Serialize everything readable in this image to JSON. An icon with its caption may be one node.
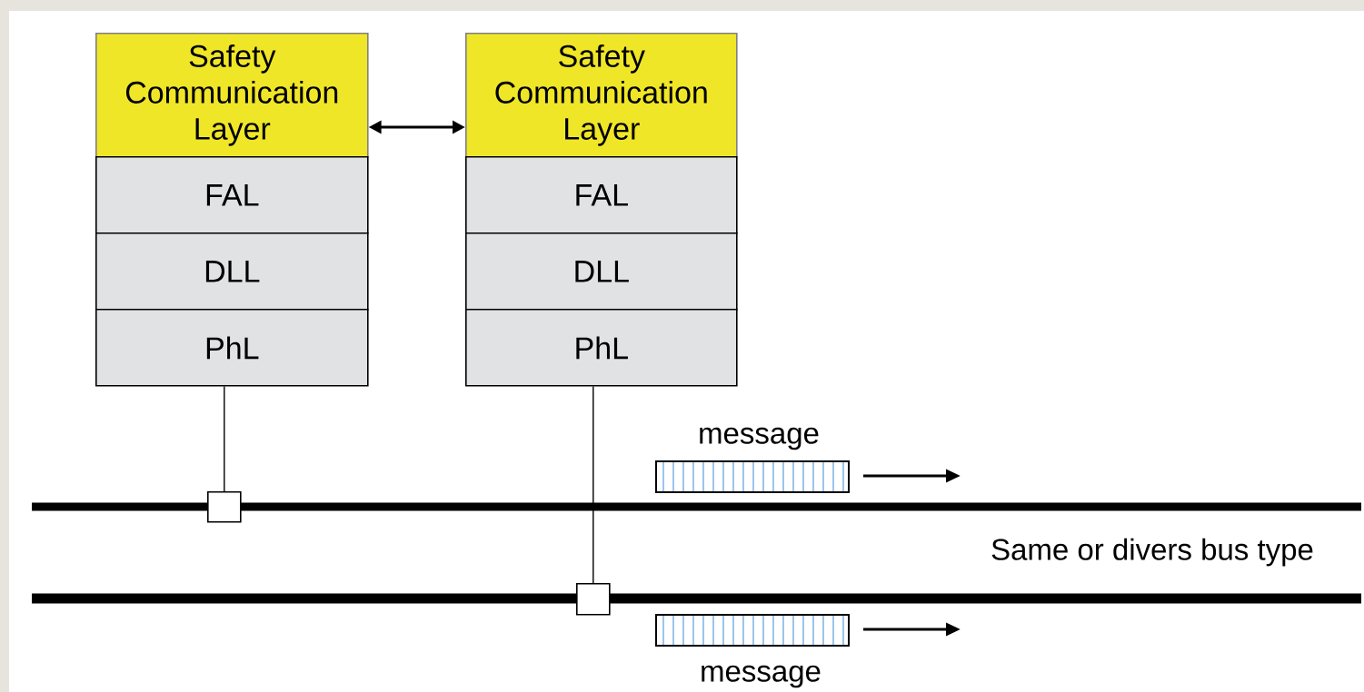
{
  "diagram": {
    "nodes": [
      {
        "text": [
          "Safety Communication Layer"
        ]
      },
      {
        "text": [
          "FAL"
        ]
      },
      {
        "text": [
          "DLL"
        ]
      },
      {
        "text": [
          "PhL"
        ]
      },
      {
        "text": [
          "Safety Communication Layer"
        ]
      },
      {
        "text": [
          "FAL"
        ]
      },
      {
        "text": [
          "DLL"
        ]
      },
      {
        "text": [
          "PhL"
        ]
      },
      {
        "text": [],
        "shape": "box"
      },
      {
        "text": [],
        "shape": "box"
      }
    ],
    "edges": [
      {
        "from": 0,
        "to": 4,
        "arrow": "both"
      },
      {
        "from": 3,
        "to": 8,
        "arrow": "none"
      },
      {
        "from": 7,
        "to": 9,
        "arrow": "none"
      }
    ],
    "labels": [
      "message",
      "Same or divers bus type",
      "message"
    ]
  }
}
